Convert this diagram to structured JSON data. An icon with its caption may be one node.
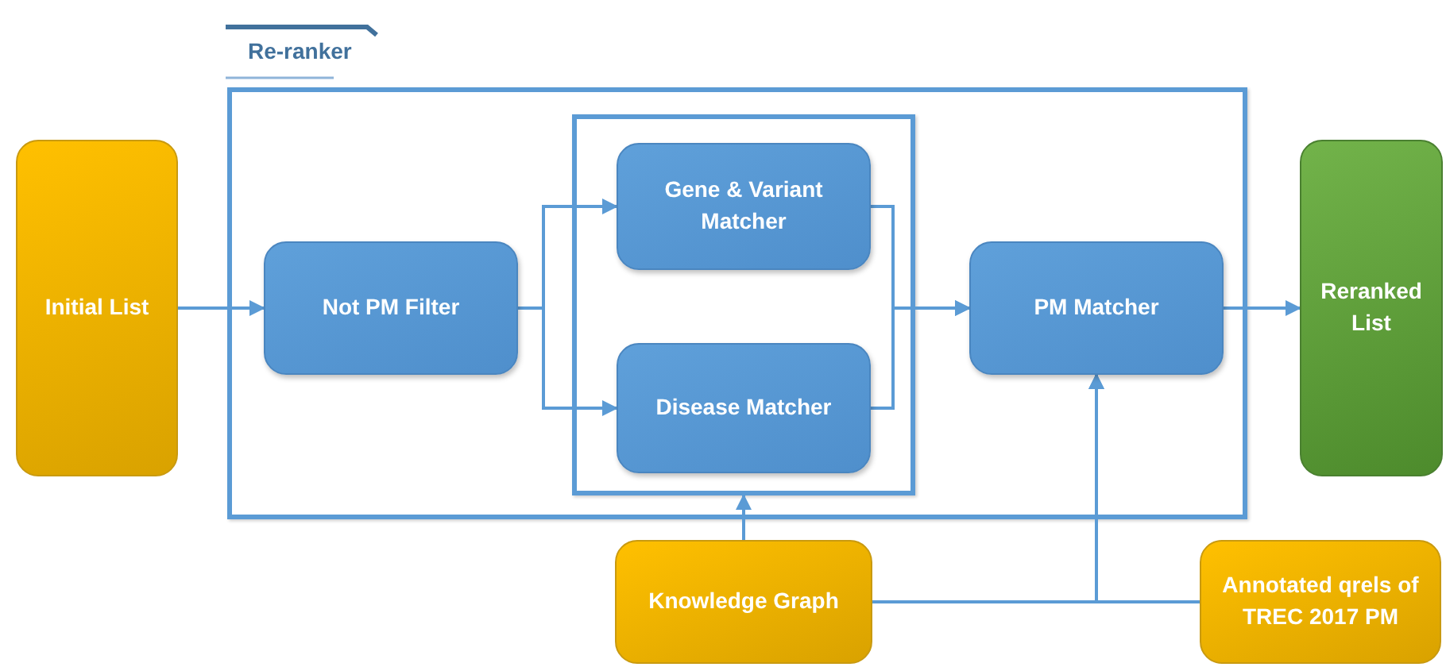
{
  "diagram": {
    "nodes": [
      {
        "text": [
          "Initial List"
        ]
      },
      {
        "text": [
          "Re-ranker"
        ]
      },
      {
        "text": [
          "Not PM Filter"
        ],
        "in": 1
      },
      {
        "text": [],
        "shape": "box",
        "in": 1
      },
      {
        "text": [
          "Gene & Variant Matcher"
        ],
        "in": 3
      },
      {
        "text": [
          "Disease Matcher"
        ],
        "in": 3
      },
      {
        "text": [
          "PM Matcher"
        ],
        "in": 1
      },
      {
        "text": [
          "Reranked List"
        ]
      },
      {
        "text": [
          "Knowledge Graph"
        ]
      },
      {
        "text": [
          "Annotated qrels of TREC 2017 PM"
        ]
      }
    ],
    "edges": [
      {
        "from": 0,
        "to": 2,
        "arrow": "to"
      },
      {
        "from": 2,
        "to": 4,
        "arrow": "to"
      },
      {
        "from": 2,
        "to": 5,
        "arrow": "to"
      },
      {
        "from": 4,
        "to": 6,
        "arrow": "to"
      },
      {
        "from": 5,
        "to": 6,
        "arrow": "to"
      },
      {
        "from": 6,
        "to": 7,
        "arrow": "to"
      },
      {
        "from": 8,
        "to": 3,
        "arrow": "to"
      },
      {
        "from": 8,
        "to": 6,
        "arrow": "to"
      },
      {
        "from": 9,
        "to": 6,
        "arrow": "to"
      }
    ]
  }
}
